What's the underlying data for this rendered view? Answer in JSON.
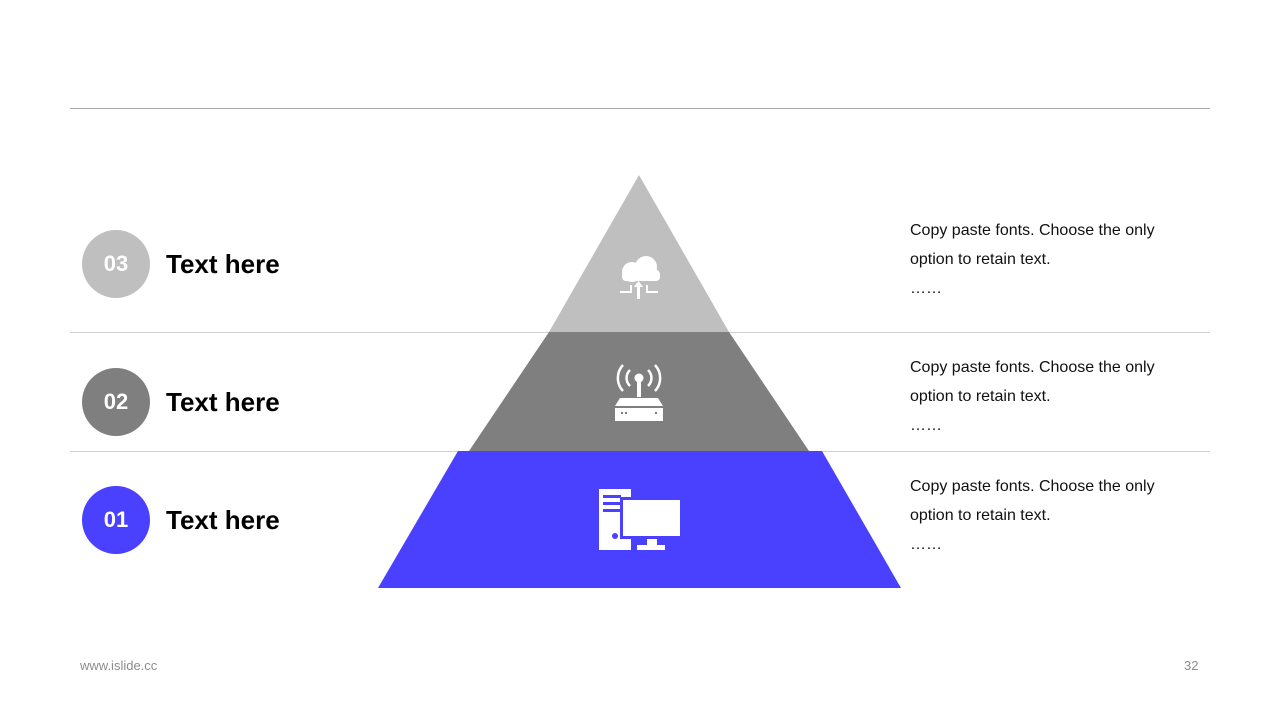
{
  "levels": [
    {
      "number": "03",
      "title": "Text here",
      "color": "#bfbfbf",
      "icon": "cloud-upload-icon",
      "description": "Copy paste fonts. Choose the only option to retain text.",
      "ellipsis": "……"
    },
    {
      "number": "02",
      "title": "Text here",
      "color": "#7f7f7f",
      "icon": "wireless-router-icon",
      "description": "Copy paste fonts. Choose the only option to retain text.",
      "ellipsis": "……"
    },
    {
      "number": "01",
      "title": "Text here",
      "color": "#4a40ff",
      "icon": "desktop-computer-icon",
      "description": "Copy paste fonts. Choose the only option to retain text.",
      "ellipsis": "……"
    }
  ],
  "footer": {
    "url": "www.islide.cc",
    "page_number": "32"
  }
}
